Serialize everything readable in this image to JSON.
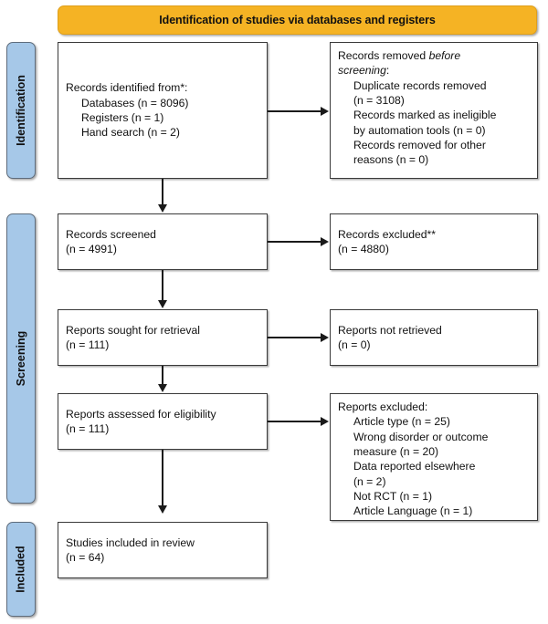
{
  "banner": {
    "title": "Identification of studies via databases and registers",
    "color": "#F5B324"
  },
  "stages": {
    "color": "#A6C8E8",
    "identification": "Identification",
    "screening": "Screening",
    "included": "Included"
  },
  "boxes": {
    "identified": "Records identified from*:\n     Databases (n = 8096)\n     Registers (n = 1)\n     Hand search (n = 2)",
    "removed_title_plain_1": "Records removed ",
    "removed_title_italic": "before\nscreening",
    "removed_title_plain_2": ":",
    "removed_body": "     Duplicate records removed\n     (n = 3108)\n     Records marked as ineligible\n     by automation tools (n = 0)\n     Records removed for other\n     reasons (n = 0)",
    "screened": "Records screened\n(n = 4991)",
    "excluded": "Records excluded**\n(n = 4880)",
    "sought": "Reports sought for retrieval\n(n = 111)",
    "not_retrieved": "Reports not retrieved\n(n = 0)",
    "assessed": "Reports assessed for eligibility\n(n = 111)",
    "reports_excluded": "Reports excluded:\n     Article type (n = 25)\n     Wrong disorder or outcome\n     measure (n = 20)\n     Data reported elsewhere\n     (n = 2)\n     Not RCT (n = 1)\n     Article Language (n = 1)",
    "included": "Studies included in review\n(n = 64)"
  },
  "chart_data": {
    "type": "diagram",
    "title": "PRISMA 2020 flow diagram",
    "nodes": [
      {
        "id": "identified",
        "stage": "Identification",
        "label": "Records identified from*",
        "counts": {
          "Databases": 8096,
          "Registers": 1,
          "Hand search": 2
        }
      },
      {
        "id": "removed",
        "stage": "Identification",
        "label": "Records removed before screening",
        "counts": {
          "Duplicate records removed": 3108,
          "Records marked as ineligible by automation tools": 0,
          "Records removed for other reasons": 0
        }
      },
      {
        "id": "screened",
        "stage": "Screening",
        "label": "Records screened",
        "n": 4991
      },
      {
        "id": "excluded",
        "stage": "Screening",
        "label": "Records excluded**",
        "n": 4880
      },
      {
        "id": "sought",
        "stage": "Screening",
        "label": "Reports sought for retrieval",
        "n": 111
      },
      {
        "id": "not_retrieved",
        "stage": "Screening",
        "label": "Reports not retrieved",
        "n": 0
      },
      {
        "id": "assessed",
        "stage": "Screening",
        "label": "Reports assessed for eligibility",
        "n": 111
      },
      {
        "id": "reports_excluded",
        "stage": "Screening",
        "label": "Reports excluded",
        "counts": {
          "Article type": 25,
          "Wrong disorder or outcome measure": 20,
          "Data reported elsewhere": 2,
          "Not RCT": 1,
          "Article Language": 1
        }
      },
      {
        "id": "included",
        "stage": "Included",
        "label": "Studies included in review",
        "n": 64
      }
    ],
    "edges": [
      {
        "from": "identified",
        "to": "removed",
        "direction": "right"
      },
      {
        "from": "identified",
        "to": "screened",
        "direction": "down"
      },
      {
        "from": "screened",
        "to": "excluded",
        "direction": "right"
      },
      {
        "from": "screened",
        "to": "sought",
        "direction": "down"
      },
      {
        "from": "sought",
        "to": "not_retrieved",
        "direction": "right"
      },
      {
        "from": "sought",
        "to": "assessed",
        "direction": "down"
      },
      {
        "from": "assessed",
        "to": "reports_excluded",
        "direction": "right"
      },
      {
        "from": "assessed",
        "to": "included",
        "direction": "down"
      }
    ]
  }
}
